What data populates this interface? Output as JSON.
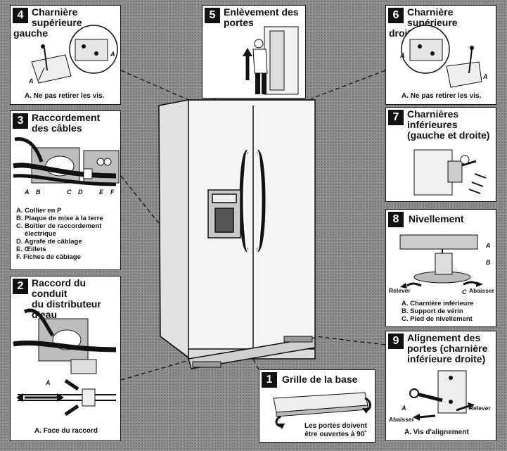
{
  "panels": {
    "p4": {
      "number": "4",
      "title_line1": "Charnière supérieure",
      "title_line2": "gauche",
      "caption": "A. Ne pas retirer les vis.",
      "letter": "A"
    },
    "p5": {
      "number": "5",
      "title_line1": "Enlèvement des",
      "title_line2": "portes"
    },
    "p6": {
      "number": "6",
      "title_line1": "Charnière supérieure",
      "title_line2": "droite",
      "caption": "A. Ne pas retirer les vis.",
      "letter": "A"
    },
    "p3": {
      "number": "3",
      "title_line1": "Raccordement",
      "title_line2": "des câbles",
      "letters": [
        "A",
        "B",
        "C",
        "D",
        "E",
        "F"
      ],
      "items": [
        "A. Collier en P",
        "B. Plaque de mise à la terre",
        "C. Boîtier de raccordement",
        "électrique",
        "D. Agrafe de câblage",
        "E. Œillets",
        "F. Fiches de câblage"
      ]
    },
    "p7": {
      "number": "7",
      "title_line1": "Charnières",
      "title_line2": "inférieures",
      "title_line3": "(gauche et droite)"
    },
    "p8": {
      "number": "8",
      "title": "Nivellement",
      "label_a": "A",
      "label_b": "B",
      "label_c": "C",
      "raise": "Relever",
      "lower": "Abaisser",
      "items": [
        "A. Charnière inférieure",
        "B. Support de vérin",
        "C. Pied de nivellement"
      ]
    },
    "p2": {
      "number": "2",
      "title_line1": "Raccord du conduit",
      "title_line2": "du distributeur d'eau",
      "caption": "A. Face du raccord",
      "letter": "A"
    },
    "p9": {
      "number": "9",
      "title_line1": "Alignement des",
      "title_line2": "portes (charnière",
      "title_line3": "inférieure droite)",
      "letter": "A",
      "raise": "Relever",
      "lower": "Abaisser",
      "caption": "A. Vis d'alignement"
    },
    "p1": {
      "number": "1",
      "title": "Grille de la base",
      "note_line1": "Les portes doivent",
      "note_line2": "être ouvertes à 90˚"
    }
  }
}
